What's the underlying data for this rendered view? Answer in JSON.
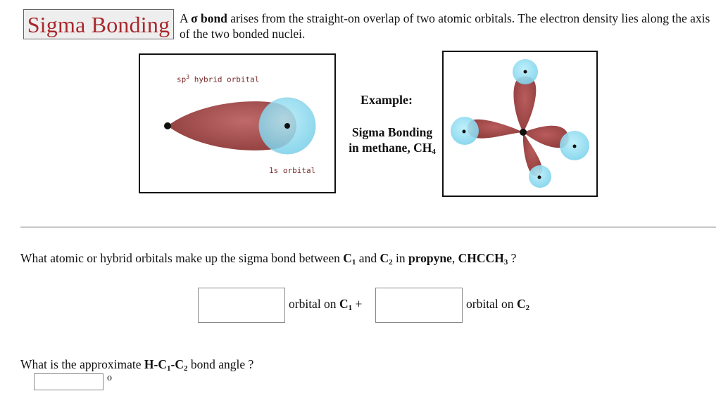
{
  "header": {
    "title": "Sigma Bonding",
    "intro_prefix": "A ",
    "intro_bold": "σ bond",
    "intro_rest": " arises from the straight-on overlap of two atomic orbitals. The electron density lies along the axis of the two bonded nuclei."
  },
  "diagram_left": {
    "sp3_label": "sp",
    "sp3_sup": "3",
    "sp3_rest": " hybrid orbital",
    "s_label": "1s orbital"
  },
  "example": {
    "title": "Example:",
    "line1": "Sigma Bonding",
    "line2": "in methane, CH",
    "line2_sub": "4"
  },
  "question1": {
    "prefix": "What atomic or hybrid orbitals make up the sigma bond between ",
    "c": "C",
    "sub1": "1",
    "and": " and ",
    "sub2": "2",
    "in": " in ",
    "molecule_name": "propyne",
    "comma": ", ",
    "formula": "CHCCH",
    "formula_sub": "3",
    "end": " ?"
  },
  "answers": {
    "box1_value": "",
    "label1_prefix": "orbital on ",
    "label1_c": "C",
    "label1_sub": "1",
    "plus": " +",
    "box2_value": "",
    "label2_prefix": "orbital on ",
    "label2_c": "C",
    "label2_sub": "2"
  },
  "question2": {
    "prefix": "What is the approximate ",
    "h": "H-C",
    "sub1": "1",
    "dash": "-C",
    "sub2": "2",
    "suffix": " bond angle ?",
    "answer_value": "",
    "unit": "o"
  },
  "colors": {
    "title_red": "#a9282c",
    "lobe": "#a04848",
    "sphere": "#8edbf0"
  }
}
